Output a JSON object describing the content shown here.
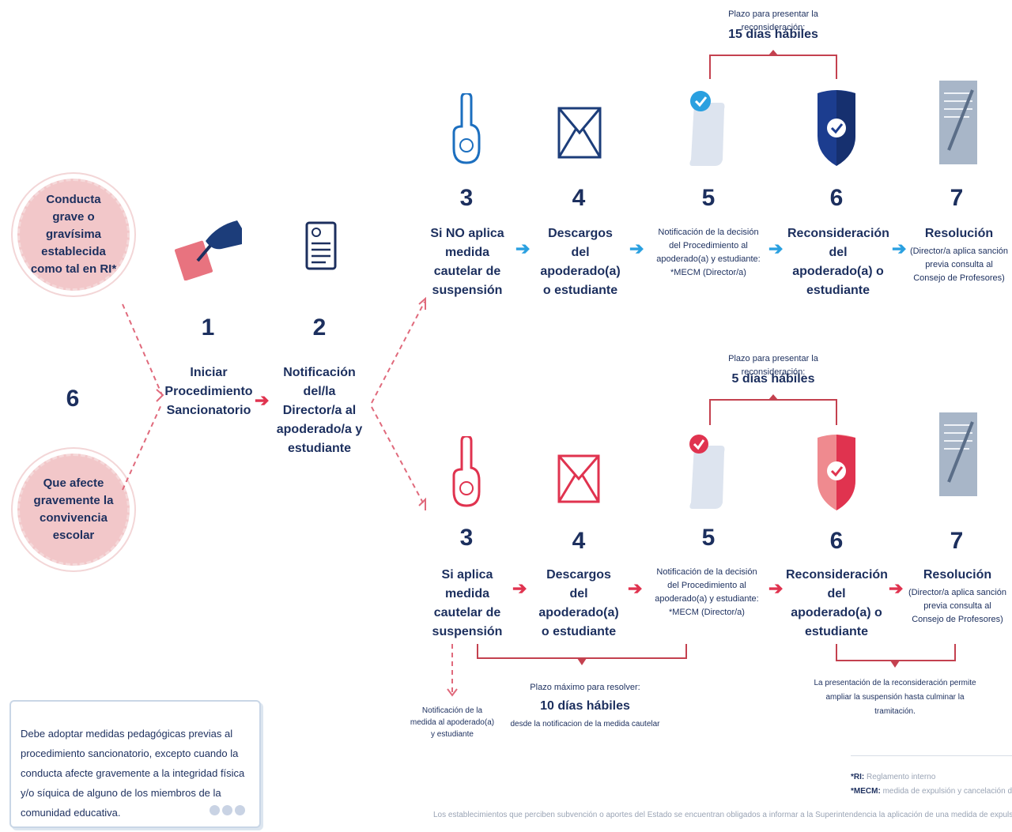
{
  "left": {
    "circle_top": "Conducta grave o gravísima establecida como tal en RI*",
    "number": "6",
    "circle_bottom": "Que afecte gravemente la convivencia escolar"
  },
  "step1": {
    "number": "1",
    "label": "Iniciar Procedimiento Sancionatorio"
  },
  "step2": {
    "number": "2",
    "label": "Notificación del/la Director/a al apoderado/a y estudiante"
  },
  "top_flow": {
    "deadline_caption": "Plazo para presentar la reconsideración:",
    "deadline_value": "15 días hábiles",
    "steps": [
      {
        "number": "3",
        "label": "Si NO aplica medida cautelar de suspensión"
      },
      {
        "number": "4",
        "label": "Descargos del apoderado(a) o estudiante"
      },
      {
        "number": "5",
        "label": "Notificación de la decisión del Procedimiento al apoderado(a) y estudiante: *MECM (Director/a)"
      },
      {
        "number": "6",
        "label": "Reconsideración del apoderado(a) o estudiante"
      },
      {
        "number": "7",
        "title": "Resolución",
        "detail": "(Director/a aplica sanción previa consulta al Consejo de Profesores)"
      }
    ]
  },
  "bottom_flow": {
    "deadline_caption": "Plazo para presentar la reconsideración:",
    "deadline_value": "5 días hábiles",
    "steps": [
      {
        "number": "3",
        "label": "Si aplica medida cautelar de suspensión"
      },
      {
        "number": "4",
        "label": "Descargos del apoderado(a) o estudiante"
      },
      {
        "number": "5",
        "label": "Notificación de la decisión del Procedimiento al apoderado(a) y estudiante: *MECM (Director/a)"
      },
      {
        "number": "6",
        "label": "Reconsideración del apoderado(a) o estudiante"
      },
      {
        "number": "7",
        "title": "Resolución",
        "detail": "(Director/a aplica sanción previa consulta al Consejo de Profesores)"
      }
    ],
    "notify_measure": "Notificación de la medida al apoderado(a) y estudiante",
    "max_caption": "Plazo máximo para resolver:",
    "max_value": "10 días hábiles",
    "max_detail": "desde la notificacion de la medida cautelar",
    "extend_note": "La presentación de la reconsideración permite ampliar la suspensión hasta culminar la tramitación."
  },
  "note": "Debe adoptar medidas pedagógicas previas al procedimiento sancionatorio, excepto cuando la conducta afecte gravemente a la integridad física y/o síquica de alguno de los miembros de la comunidad educativa.",
  "legend": {
    "ri_key": "*RI:",
    "ri_text": "Reglamento interno",
    "mecm_key": "*MECM:",
    "mecm_text": "medida de expulsión y cancelación de ma"
  },
  "footer": "Los establecimientos que perciben subvención o aportes del Estado se encuentran obligados a informar a la Superintendencia la aplicación de una medida de expulsión o cancelac",
  "colors": {
    "navy": "#1c2f5e",
    "blue": "#2aa0e0",
    "red": "#e0334f",
    "pink": "#f2c7c9"
  }
}
